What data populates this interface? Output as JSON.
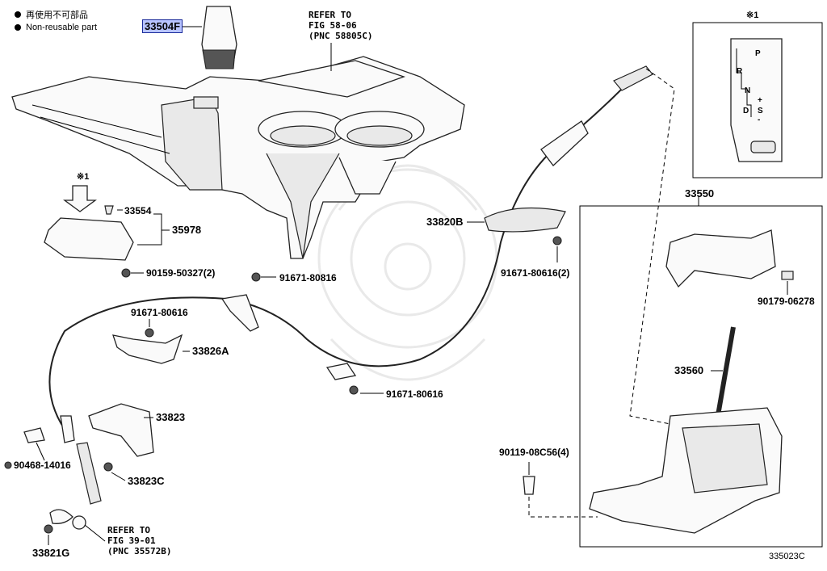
{
  "legend": {
    "reusable_jp": "再使用不可部品",
    "nonreusable_en": "Non-reusable part"
  },
  "highlighted_part": "33504F",
  "refer_top": {
    "line1": "REFER TO",
    "line2": "FIG 58-06",
    "line3": "(PNC 58805C)"
  },
  "refer_bottom": {
    "line1": "REFER TO",
    "line2": "FIG 39-01",
    "line3": "(PNC 35572B)"
  },
  "note_mark": "※1",
  "parts": {
    "p33554": "33554",
    "p35978": "35978",
    "p90159": "90159-50327(2)",
    "p91671_80816": "91671-80816",
    "p91671_80616_a": "91671-80616",
    "p33826A": "33826A",
    "p33823": "33823",
    "p90468": "90468-14016",
    "p33823C": "33823C",
    "p33821G": "33821G",
    "p91671_80616_b": "91671-80616",
    "p33820B": "33820B",
    "p91671_80616_2": "91671-80616(2)",
    "p33550": "33550",
    "p90179": "90179-06278",
    "p33560": "33560",
    "p90119": "90119-08C56(4)"
  },
  "gate": {
    "P": "P",
    "R": "R",
    "N": "N",
    "D": "D",
    "S": "S",
    "plus": "+",
    "minus": "-"
  },
  "figure_code": "335023C"
}
